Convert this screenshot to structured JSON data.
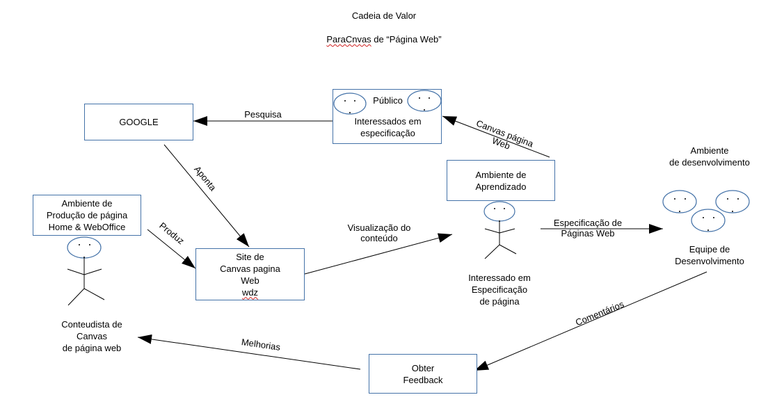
{
  "title": {
    "line1": "Cadeia de Valor",
    "line2_misspelled": "ParaCnvas",
    "line2_rest": " de “Página Web”"
  },
  "colors": {
    "box_border": "#4472a8",
    "face_stroke": "#4472a8",
    "line": "#000000",
    "spellcheck": "#d02020"
  },
  "nodes": {
    "google": {
      "label": "GOOGLE"
    },
    "publico": {
      "title": "Público",
      "subtitle": "Interessados em\nespecificação"
    },
    "ambiente_aprendizado": {
      "label": "Ambiente de\nAprendizado"
    },
    "ambiente_producao": {
      "label": "Ambiente de\nProdução de página\nHome & WebOffice"
    },
    "site_canvas": {
      "label": "Site de\nCanvas pagina\nWeb",
      "label_misspelled": "wdz"
    },
    "obter_feedback": {
      "label": "Obter\nFeedback"
    },
    "ambiente_desenvolvimento": {
      "label": "Ambiente\nde desenvolvimento"
    },
    "equipe_desenvolvimento": {
      "label": "Equipe de\nDesenvolvimento"
    },
    "conteudista": {
      "label": "Conteudista de\nCanvas\nde página web"
    },
    "interessado": {
      "label": "Interessado em\nEspecificação\nde página"
    }
  },
  "edges": {
    "pesquisa": "Pesquisa",
    "aponta": "Aponta",
    "produz": "Produz",
    "canvas_pagina_web": "Canvas página\nWeb",
    "visualizacao": "Visualização do\nconteúdo",
    "especificacao": "Especificação de\nPáginas Web",
    "comentarios": "Comentários",
    "melhorias": "Melhorias"
  }
}
